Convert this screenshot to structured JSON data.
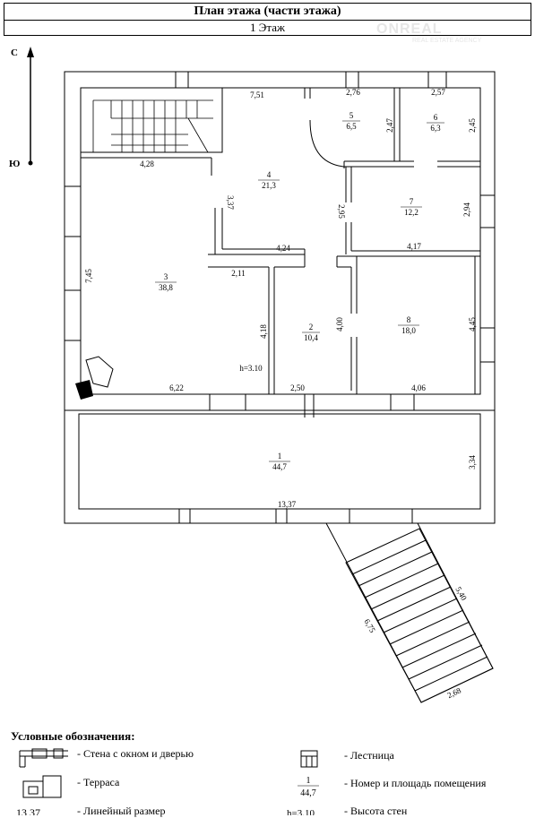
{
  "header": {
    "title": "План этажа (части этажа)",
    "floor": "1 Этаж"
  },
  "watermark": {
    "text": "ONREAL",
    "subtext": "REAL ESTATE AGENCY"
  },
  "compass": {
    "north": "С",
    "south": "Ю"
  },
  "rooms": [
    {
      "number": "1",
      "area": "44,7"
    },
    {
      "number": "2",
      "area": "10,4"
    },
    {
      "number": "3",
      "area": "38,8"
    },
    {
      "number": "4",
      "area": "21,3"
    },
    {
      "number": "5",
      "area": "6,5"
    },
    {
      "number": "6",
      "area": "6,3"
    },
    {
      "number": "7",
      "area": "12,2"
    },
    {
      "number": "8",
      "area": "18,0"
    }
  ],
  "dimensions": [
    "7,51",
    "2,76",
    "2,57",
    "2,47",
    "2,45",
    "4,28",
    "3,37",
    "2,95",
    "2,94",
    "4,24",
    "4,17",
    "7,45",
    "2,11",
    "4,18",
    "4,00",
    "4,45",
    "6,22",
    "2,50",
    "4,06",
    "3,34",
    "13,37",
    "5,40",
    "6,75",
    "2,68"
  ],
  "height_label": "h=3.10",
  "legend": {
    "title": "Условные обозначения:",
    "items": [
      "- Стена с окном и дверью",
      "- Терраса",
      "- Линейный размер",
      "- Лестница",
      "- Номер и площадь помещения",
      "- Высота стен"
    ],
    "sample_dimension": "13,37",
    "sample_room_number": "1",
    "sample_room_area": "44,7",
    "sample_height": "h=3.10"
  }
}
